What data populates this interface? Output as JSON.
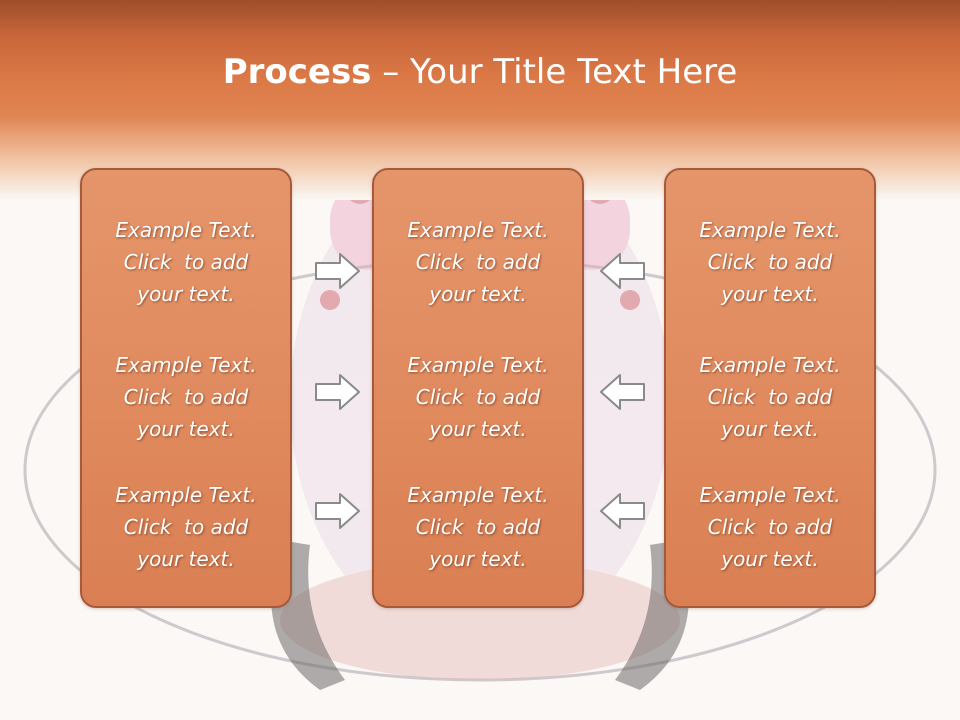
{
  "title": {
    "bold": "Process",
    "rest": " – Your Title Text Here"
  },
  "colors": {
    "header": "#db7846",
    "panel": "#e08a5e",
    "panel_border": "#a8593a",
    "arrow": "#8a8a8a"
  },
  "columns": [
    {
      "blocks": [
        {
          "line1": "Example Text.",
          "line2": "Click  to add",
          "line3": "your text."
        },
        {
          "line1": "Example Text.",
          "line2": "Click  to add",
          "line3": "your text."
        },
        {
          "line1": "Example Text.",
          "line2": "Click  to add",
          "line3": "your text."
        }
      ]
    },
    {
      "blocks": [
        {
          "line1": "Example Text.",
          "line2": "Click  to add",
          "line3": "your text."
        },
        {
          "line1": "Example Text.",
          "line2": "Click  to add",
          "line3": "your text."
        },
        {
          "line1": "Example Text.",
          "line2": "Click  to add",
          "line3": "your text."
        }
      ]
    },
    {
      "blocks": [
        {
          "line1": "Example Text.",
          "line2": "Click  to add",
          "line3": "your text."
        },
        {
          "line1": "Example Text.",
          "line2": "Click  to add",
          "line3": "your text."
        },
        {
          "line1": "Example Text.",
          "line2": "Click  to add",
          "line3": "your text."
        }
      ]
    }
  ],
  "arrows": {
    "left_group": "arrow-right-icon",
    "right_group": "arrow-left-icon"
  }
}
